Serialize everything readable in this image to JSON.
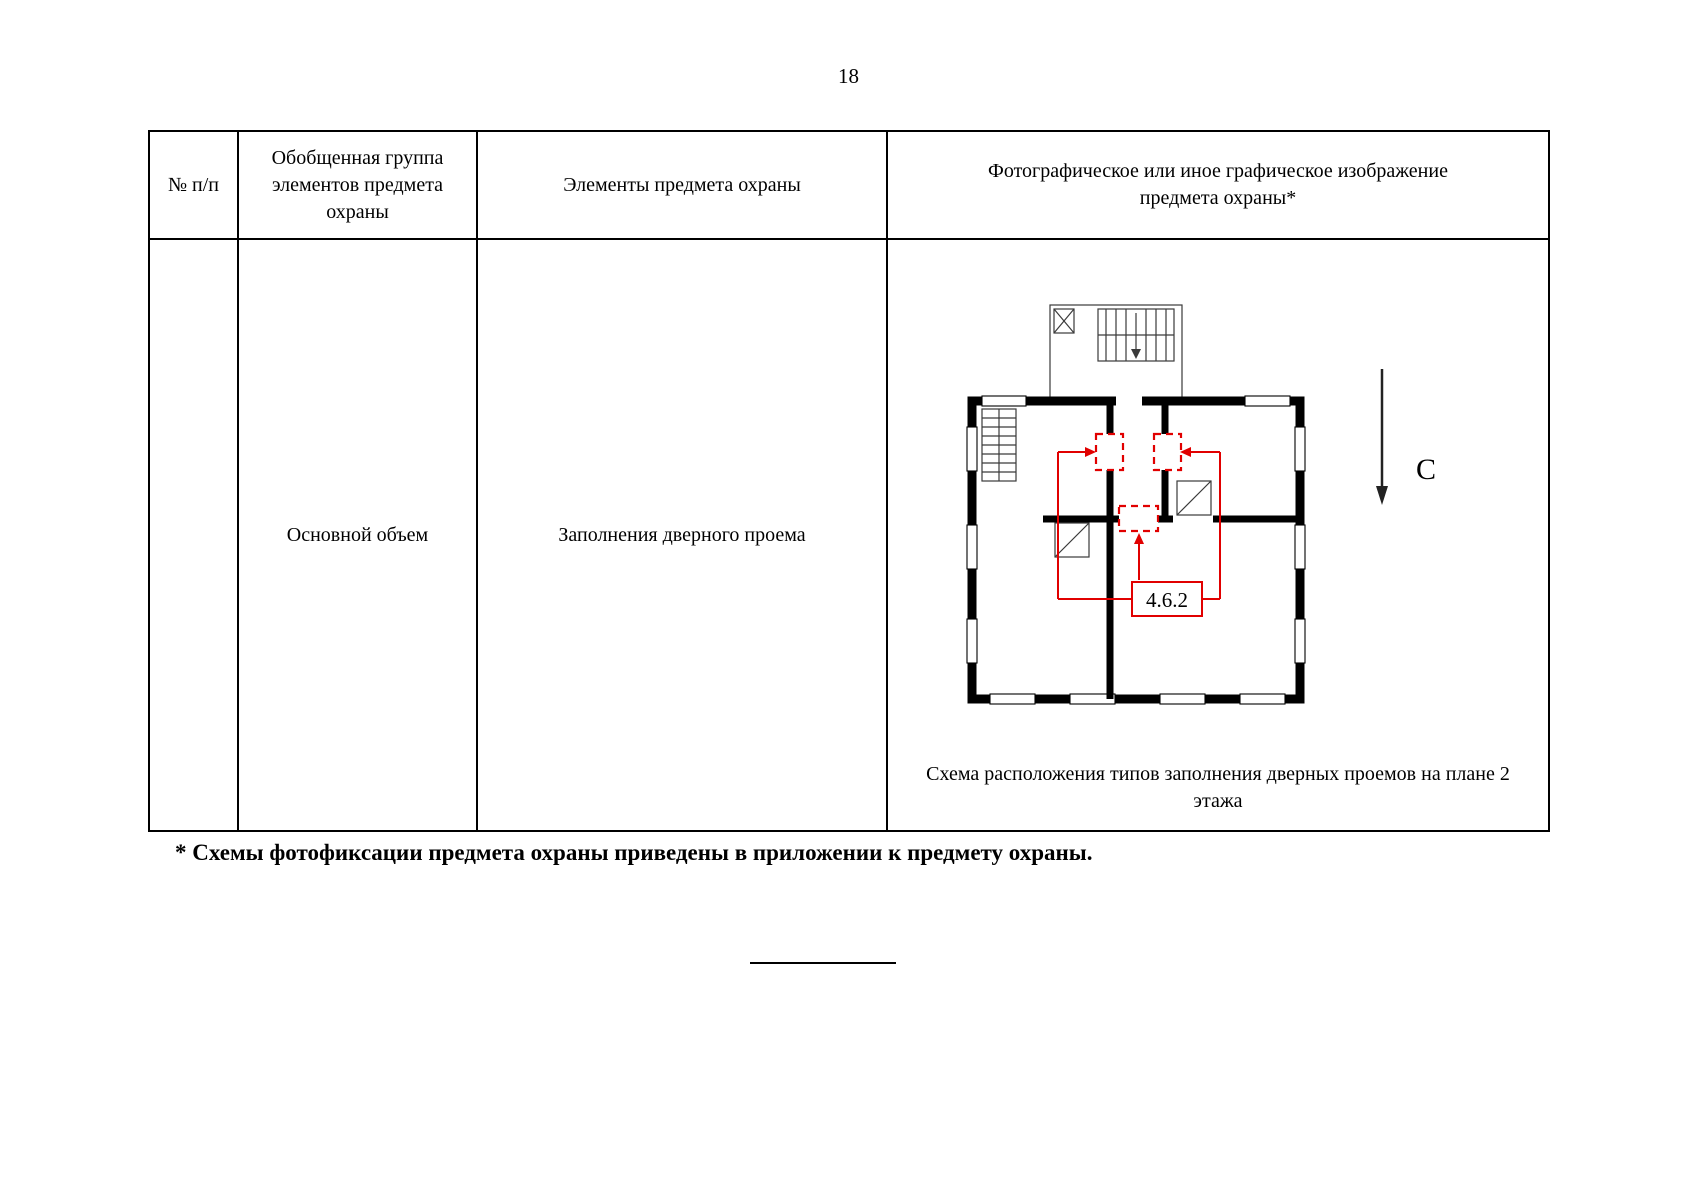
{
  "page": {
    "number": "18",
    "footnote": "* Схемы фотофиксации предмета охраны приведены в приложении к предмету охраны."
  },
  "table": {
    "headers": {
      "num": "№ п/п",
      "group": "Обобщенная группа элементов предмета охраны",
      "elements": "Элементы предмета охраны",
      "image": "Фотографическое или иное графическое изображение предмета охраны*"
    },
    "row": {
      "num": "",
      "group": "Основной объем",
      "elements": "Заполнения дверного проема",
      "caption": "Схема расположения типов заполнения дверных проемов на плане 2 этажа"
    }
  },
  "plan": {
    "label": "4.6.2",
    "north_label": "С",
    "accent_color": "#e10000"
  }
}
